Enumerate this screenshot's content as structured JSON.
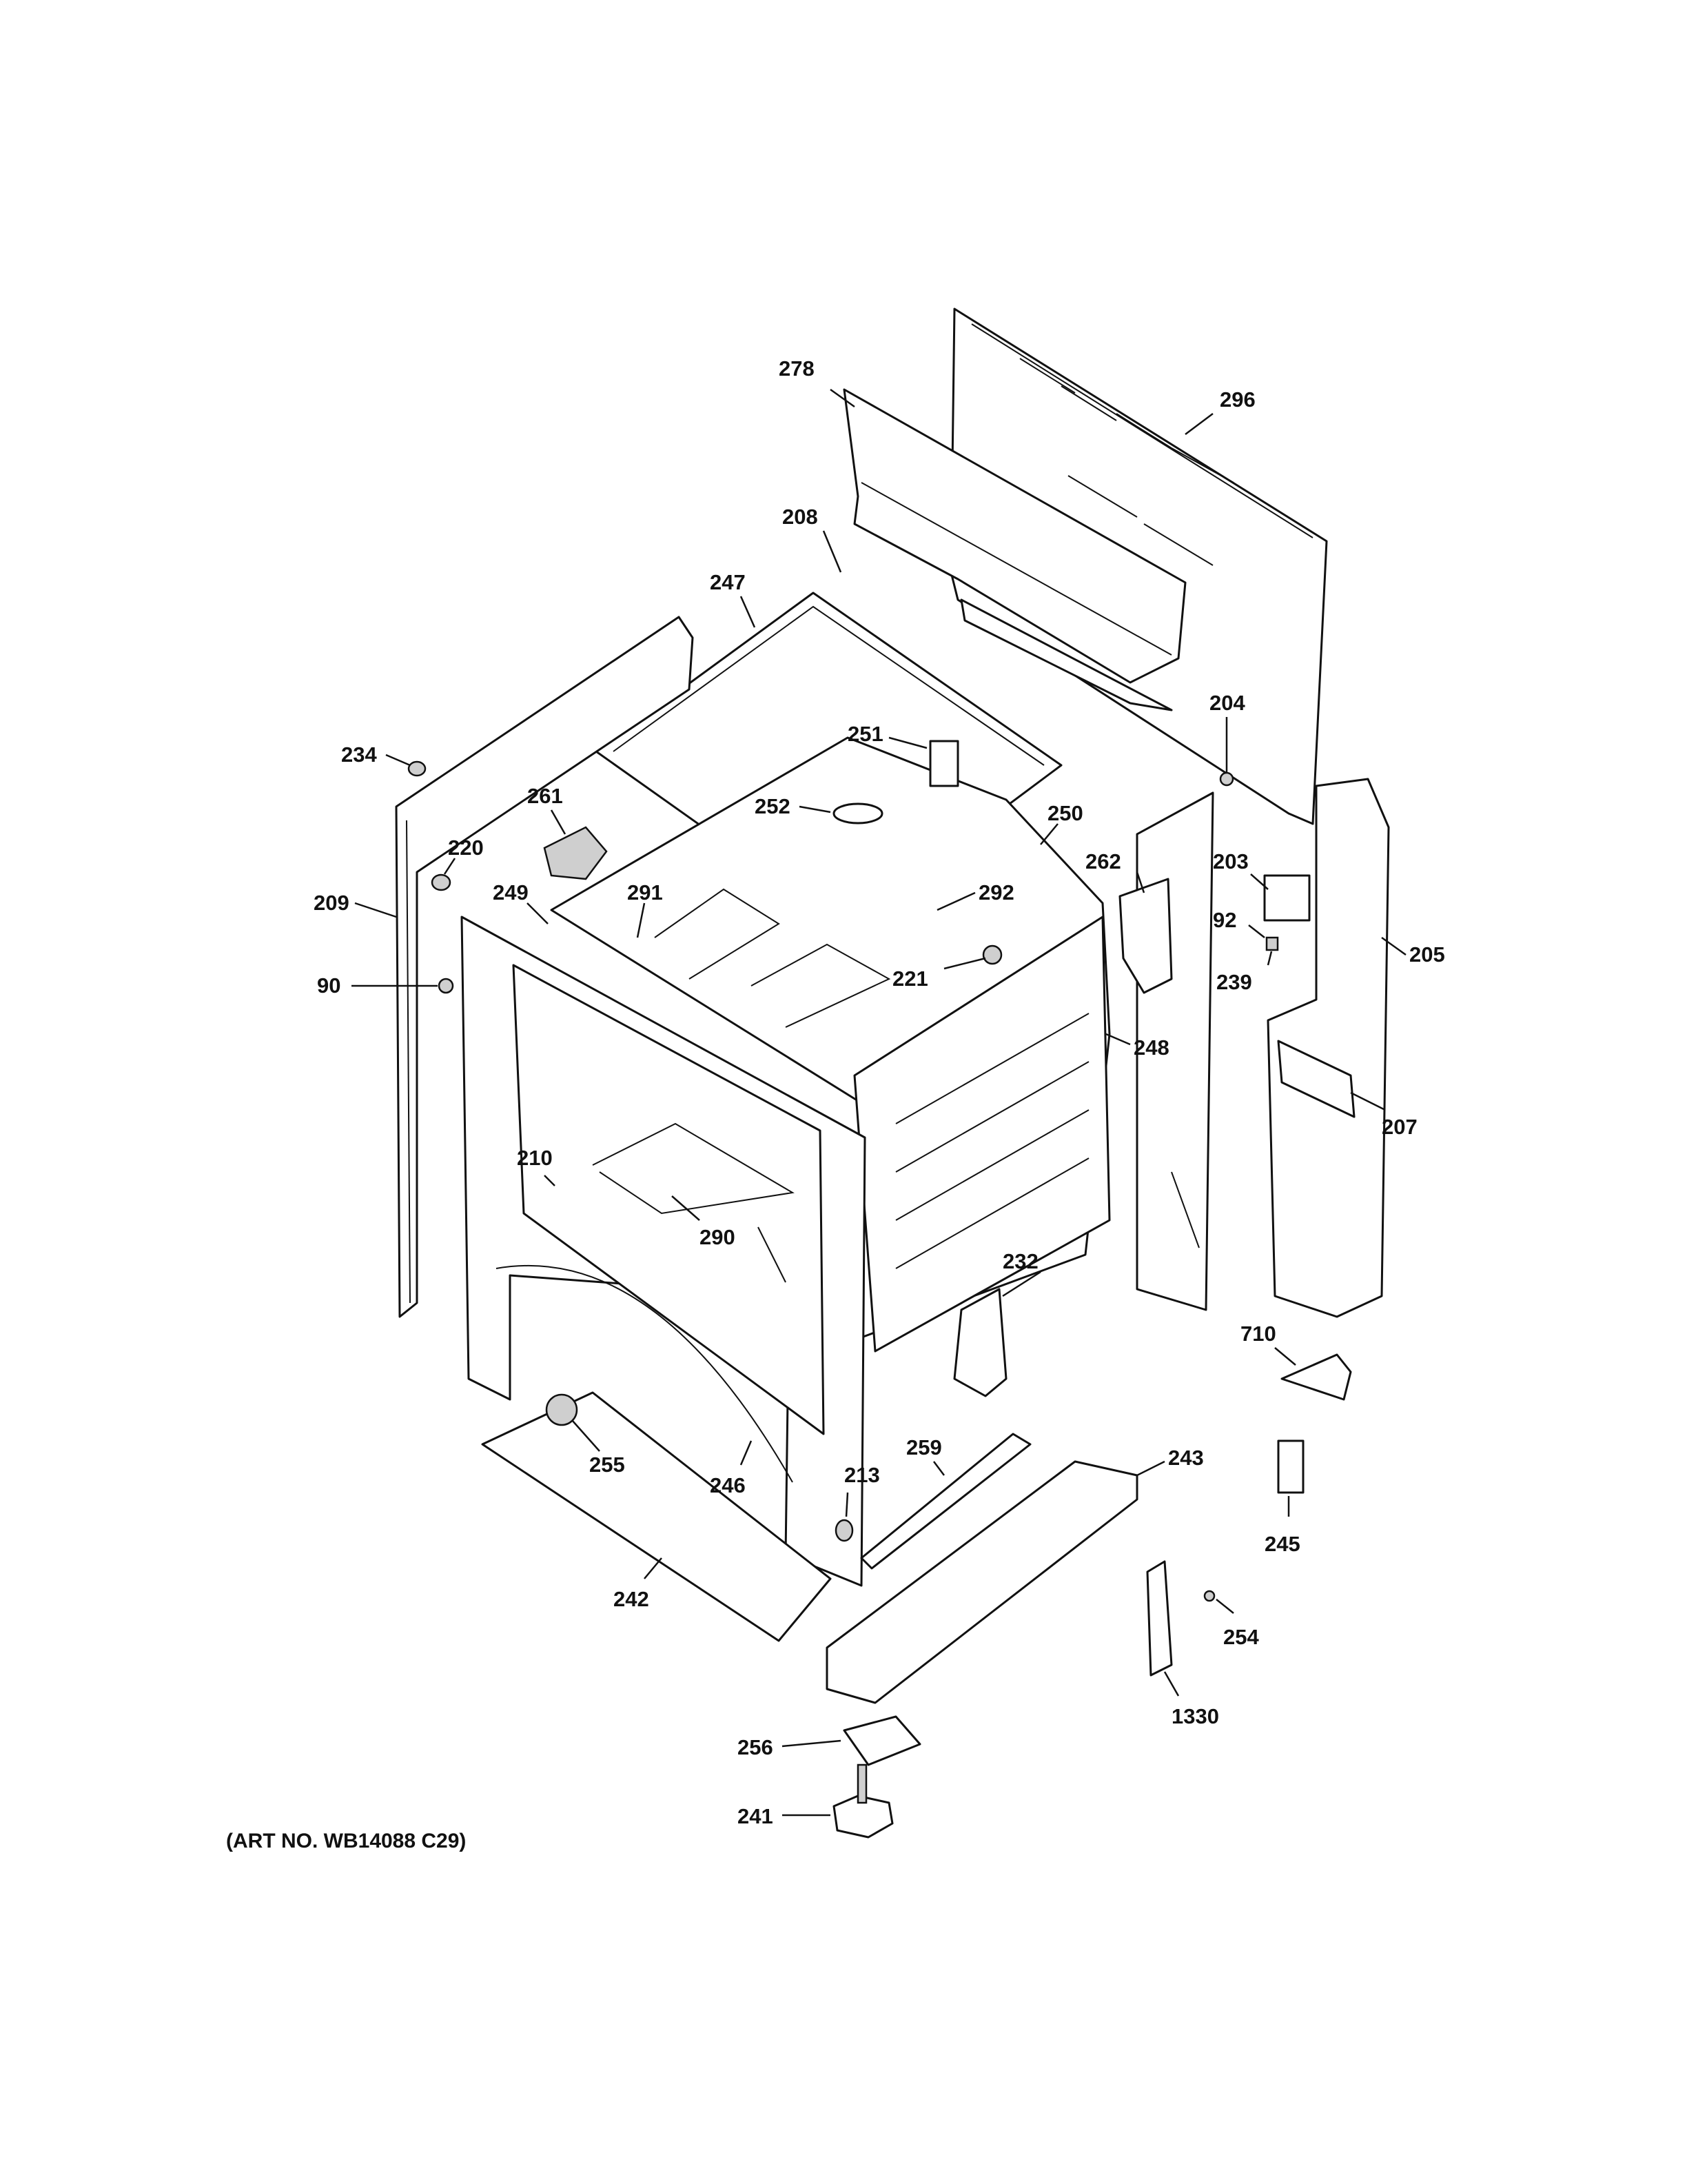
{
  "art_number": "(ART NO. WB14088 C29)",
  "callouts": [
    {
      "id": "c278",
      "label": "278"
    },
    {
      "id": "c296",
      "label": "296"
    },
    {
      "id": "c208",
      "label": "208"
    },
    {
      "id": "c247",
      "label": "247"
    },
    {
      "id": "c204",
      "label": "204"
    },
    {
      "id": "c251",
      "label": "251"
    },
    {
      "id": "c234",
      "label": "234"
    },
    {
      "id": "c261",
      "label": "261"
    },
    {
      "id": "c252",
      "label": "252"
    },
    {
      "id": "c250",
      "label": "250"
    },
    {
      "id": "c220",
      "label": "220"
    },
    {
      "id": "c262",
      "label": "262"
    },
    {
      "id": "c203",
      "label": "203"
    },
    {
      "id": "c209",
      "label": "209"
    },
    {
      "id": "c249",
      "label": "249"
    },
    {
      "id": "c291",
      "label": "291"
    },
    {
      "id": "c292",
      "label": "292"
    },
    {
      "id": "c92",
      "label": "92"
    },
    {
      "id": "c205",
      "label": "205"
    },
    {
      "id": "c90",
      "label": "90"
    },
    {
      "id": "c221",
      "label": "221"
    },
    {
      "id": "c239",
      "label": "239"
    },
    {
      "id": "c248",
      "label": "248"
    },
    {
      "id": "c207",
      "label": "207"
    },
    {
      "id": "c210",
      "label": "210"
    },
    {
      "id": "c290",
      "label": "290"
    },
    {
      "id": "c232",
      "label": "232"
    },
    {
      "id": "c710",
      "label": "710"
    },
    {
      "id": "c259",
      "label": "259"
    },
    {
      "id": "c243",
      "label": "243"
    },
    {
      "id": "c255",
      "label": "255"
    },
    {
      "id": "c246",
      "label": "246"
    },
    {
      "id": "c213",
      "label": "213"
    },
    {
      "id": "c245",
      "label": "245"
    },
    {
      "id": "c242",
      "label": "242"
    },
    {
      "id": "c254",
      "label": "254"
    },
    {
      "id": "c1330",
      "label": "1330"
    },
    {
      "id": "c256",
      "label": "256"
    },
    {
      "id": "c241",
      "label": "241"
    }
  ]
}
